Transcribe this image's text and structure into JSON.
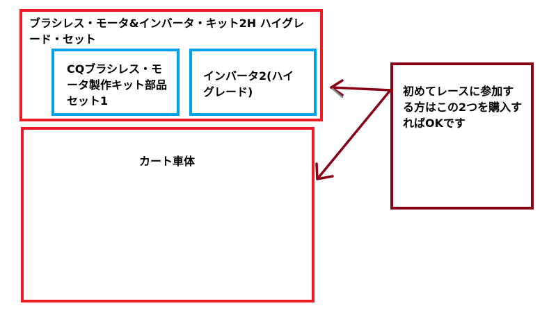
{
  "set_box": {
    "title": "ブラシレス・モータ&インバータ・キット2H ハイグレード・セット",
    "parts": [
      {
        "label": "CQブラシレス・モータ製作キット部品セット1"
      },
      {
        "label": "インバータ2(ハイグレード)"
      }
    ]
  },
  "kart_box": {
    "label": "カート車体"
  },
  "note_box": {
    "label": "初めてレースに参加する方はこの2つを購入すればOKです"
  },
  "colors": {
    "set_border": "#ed1c24",
    "part_border": "#00a2e8",
    "note_border": "#880015",
    "arrow": "#880015"
  }
}
